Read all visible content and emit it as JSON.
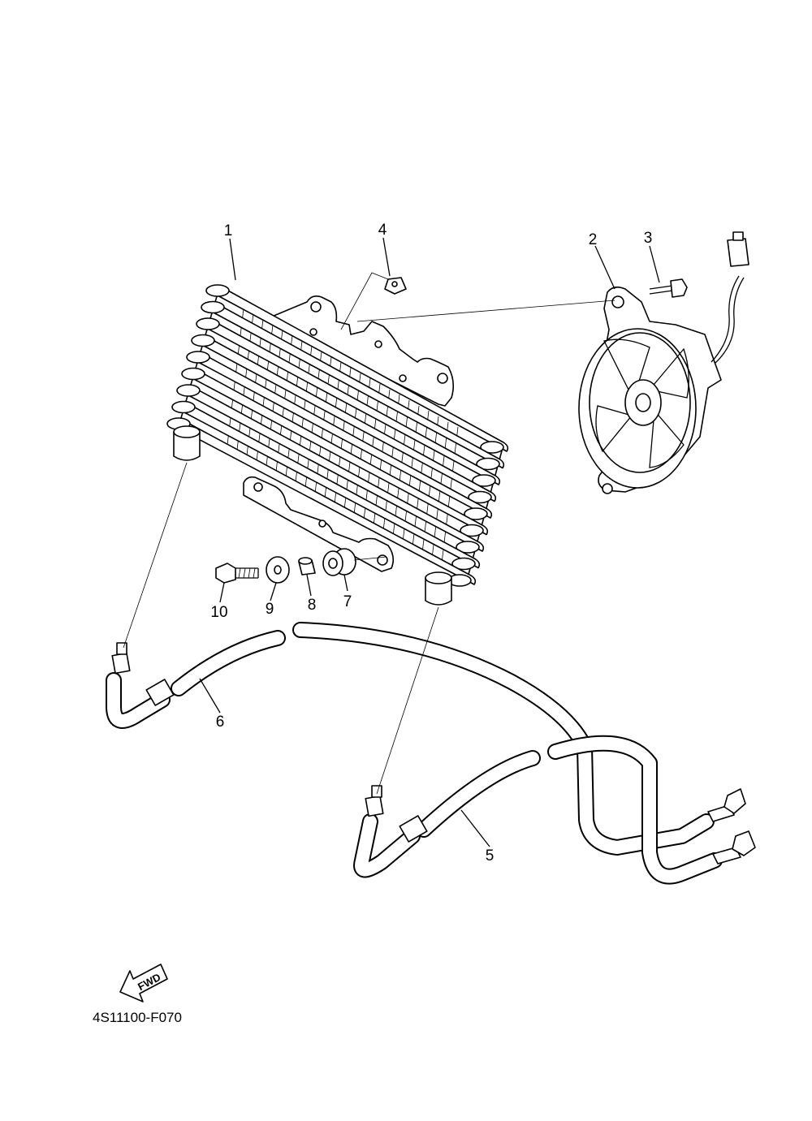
{
  "diagram": {
    "callouts": [
      {
        "id": "c1",
        "label": "1"
      },
      {
        "id": "c2",
        "label": "2"
      },
      {
        "id": "c3",
        "label": "3"
      },
      {
        "id": "c4",
        "label": "4"
      },
      {
        "id": "c5",
        "label": "5"
      },
      {
        "id": "c6",
        "label": "6"
      },
      {
        "id": "c7",
        "label": "7"
      },
      {
        "id": "c8",
        "label": "8"
      },
      {
        "id": "c9",
        "label": "9"
      },
      {
        "id": "c10",
        "label": "10"
      }
    ],
    "fwd_label": "FWD",
    "drawing_code": "4S11100-F070"
  }
}
